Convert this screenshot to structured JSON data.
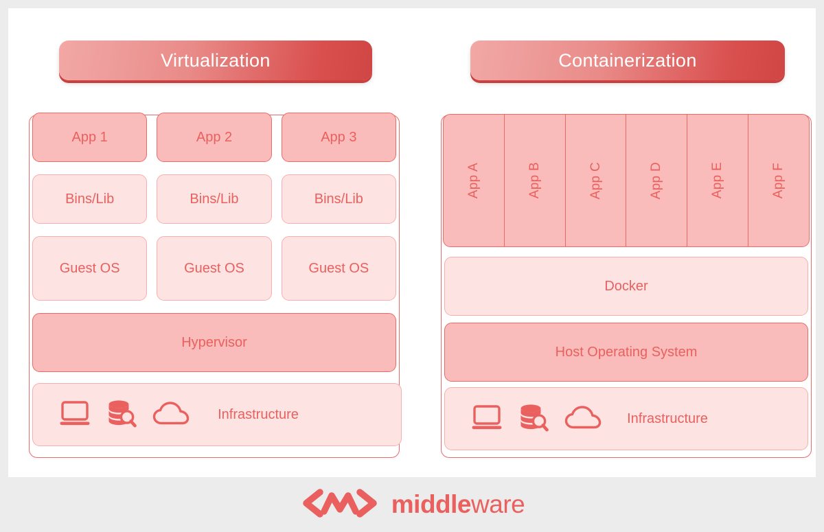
{
  "theme": {
    "page_background": "#ececec",
    "canvas_background": "#ffffff",
    "accent_red": "#e9605e",
    "border_red": "#ea6a68",
    "fill_strong_pink": "#f9bcba",
    "fill_light_pink": "#fde3e2",
    "title_gradient_from": "#f2a8a6",
    "title_gradient_to": "#cf4645"
  },
  "diagram": {
    "columns": [
      {
        "id": "virtualization",
        "title": "Virtualization",
        "rows": {
          "apps": [
            {
              "label": "App 1"
            },
            {
              "label": "App 2"
            },
            {
              "label": "App 3"
            }
          ],
          "bins": [
            {
              "label": "Bins/Lib"
            },
            {
              "label": "Bins/Lib"
            },
            {
              "label": "Bins/Lib"
            }
          ],
          "guest_os": [
            {
              "label": "Guest OS"
            },
            {
              "label": "Guest OS"
            },
            {
              "label": "Guest OS"
            }
          ],
          "platform": {
            "label": "Hypervisor"
          },
          "infrastructure": {
            "label": "Infrastructure",
            "icons": [
              "laptop-icon",
              "database-search-icon",
              "cloud-icon"
            ]
          }
        }
      },
      {
        "id": "containerization",
        "title": "Containerization",
        "rows": {
          "apps": [
            {
              "label": "App A"
            },
            {
              "label": "App B"
            },
            {
              "label": "App C"
            },
            {
              "label": "App D"
            },
            {
              "label": "App E"
            },
            {
              "label": "App F"
            }
          ],
          "runtime": {
            "label": "Docker"
          },
          "platform": {
            "label": "Host Operating System"
          },
          "infrastructure": {
            "label": "Infrastructure",
            "icons": [
              "laptop-icon",
              "database-search-icon",
              "cloud-icon"
            ]
          }
        }
      }
    ]
  },
  "footer": {
    "logo_mark": "middleware-chevron-wave-logo",
    "brand_bold": "middle",
    "brand_light": "ware"
  }
}
